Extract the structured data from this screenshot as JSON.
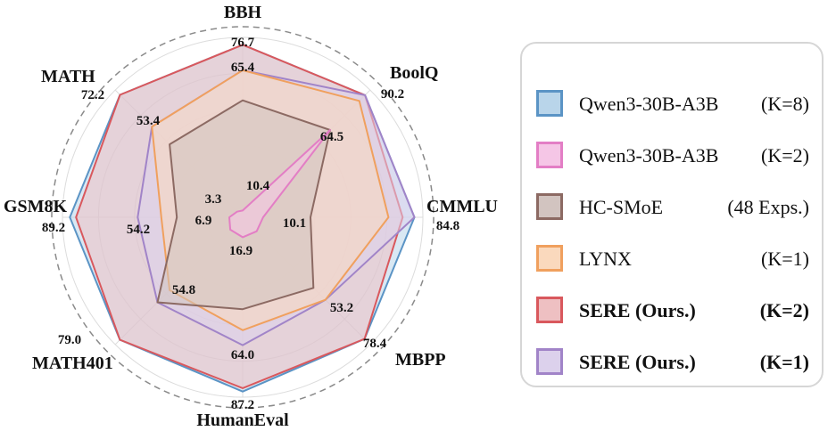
{
  "chart_data": {
    "type": "radar",
    "axes": [
      "BBH",
      "BoolQ",
      "CMMLU",
      "MBPP",
      "HumanEval",
      "MATH401",
      "GSM8K",
      "MATH"
    ],
    "axis_max": [
      80,
      94,
      89,
      82,
      90,
      82,
      93,
      75
    ],
    "grid_levels": 5,
    "series": [
      {
        "name": "Qwen3-30B-A3B",
        "k": "(K=8)",
        "bold": false,
        "stroke": "#5b94c5",
        "fill": "#b9d5ea",
        "values": [
          76.7,
          90.2,
          84.8,
          78.4,
          87.2,
          79.0,
          89.2,
          72.2
        ]
      },
      {
        "name": "Qwen3-30B-A3B",
        "k": "(K=2)",
        "bold": false,
        "stroke": "#e37ec5",
        "fill": "#f5c6e6",
        "values": [
          3.0,
          64.5,
          10.1,
          9.0,
          10.0,
          8.0,
          6.9,
          3.3
        ]
      },
      {
        "name": "HC-SMoE",
        "k": "(48 Exps.)",
        "bold": false,
        "stroke": "#8c6a63",
        "fill": "#d2c4c0",
        "values": [
          52.0,
          64.5,
          33.5,
          45.5,
          46.0,
          54.8,
          34.0,
          43.0
        ]
      },
      {
        "name": "LYNX",
        "k": "(K=1)",
        "bold": false,
        "stroke": "#f0a05e",
        "fill": "#fad9bd",
        "values": [
          65.4,
          86.0,
          72.0,
          53.2,
          56.5,
          47.0,
          42.0,
          53.4
        ]
      },
      {
        "name": "SERE (Ours.)",
        "k": "(K=2)",
        "bold": true,
        "stroke": "#d9585d",
        "fill": "#eec0c2",
        "values": [
          76.7,
          90.2,
          79.0,
          78.4,
          85.5,
          79.0,
          86.0,
          72.2
        ]
      },
      {
        "name": "SERE (Ours.)",
        "k": "(K=1)",
        "bold": true,
        "stroke": "#a184c8",
        "fill": "#dcd1ec",
        "values": [
          65.4,
          90.2,
          84.8,
          53.2,
          64.0,
          54.8,
          54.2,
          53.4
        ]
      }
    ],
    "value_labels": {
      "outer": [
        "76.7",
        "90.2",
        "84.8",
        "78.4",
        "87.2",
        "79.0",
        "89.2",
        "72.2"
      ],
      "mid": [
        "65.4",
        "64.5",
        "53.2",
        "64.0",
        "54.8",
        "54.2",
        "53.4"
      ],
      "inner": [
        "10.4",
        "10.1",
        "16.9",
        "6.9",
        "3.3"
      ]
    },
    "grid": true,
    "legend_position": "right"
  }
}
